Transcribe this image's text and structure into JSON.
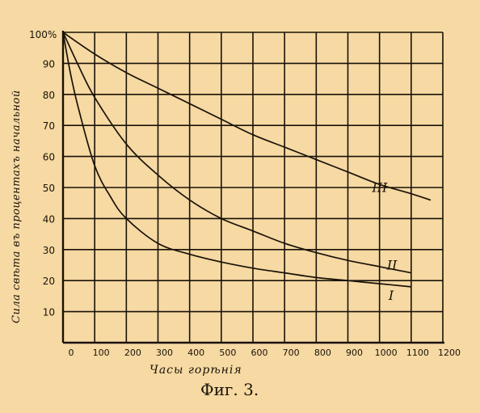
{
  "chart_data": {
    "type": "line",
    "caption": "Фиг. 3.",
    "xlabel": "Часы горѣнія",
    "ylabel": "Сила свѣта въ процентахъ начальной",
    "y_top_label": "100%",
    "xlim": [
      0,
      1200
    ],
    "ylim": [
      0,
      100
    ],
    "x_ticks": [
      "0",
      "100",
      "200",
      "300",
      "400",
      "500",
      "600",
      "700",
      "800",
      "900",
      "1000",
      "1100",
      "1200"
    ],
    "y_ticks": [
      "10",
      "20",
      "30",
      "40",
      "50",
      "60",
      "70",
      "80",
      "90"
    ],
    "grid": true,
    "series": [
      {
        "name": "I",
        "x": [
          0,
          25,
          50,
          100,
          150,
          200,
          300,
          400,
          500,
          600,
          700,
          800,
          900,
          1000,
          1100
        ],
        "y": [
          100,
          86,
          75,
          57,
          47,
          40,
          32,
          28.5,
          26,
          24,
          22.5,
          21,
          20,
          19,
          18
        ]
      },
      {
        "name": "II",
        "x": [
          0,
          50,
          100,
          200,
          300,
          400,
          500,
          600,
          700,
          800,
          900,
          1000,
          1100
        ],
        "y": [
          100,
          89,
          79,
          64,
          54,
          46,
          40,
          36,
          32,
          29,
          26.5,
          24.5,
          22.5
        ]
      },
      {
        "name": "III",
        "x": [
          0,
          100,
          200,
          300,
          400,
          500,
          600,
          700,
          800,
          900,
          1000,
          1100,
          1160
        ],
        "y": [
          100,
          93,
          87,
          82,
          77,
          72,
          67,
          63,
          59,
          55,
          51,
          48,
          46
        ]
      }
    ]
  }
}
